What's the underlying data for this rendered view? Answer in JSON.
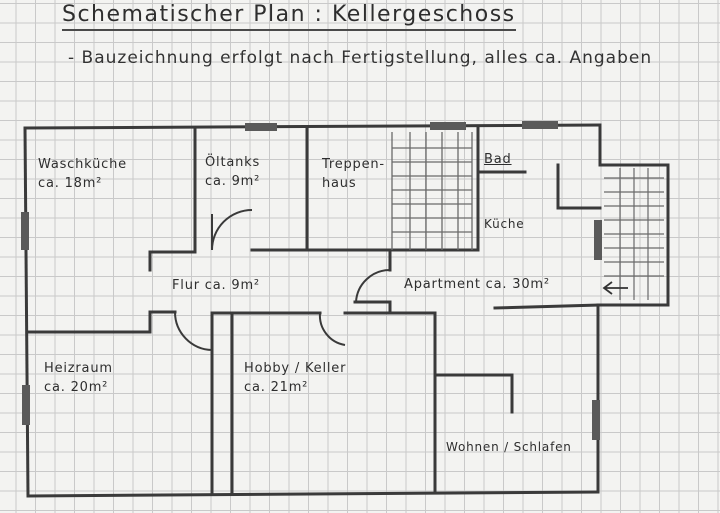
{
  "title": "Schematischer Plan : Kellergeschoss",
  "note": "- Bauzeichnung erfolgt nach Fertigstellung, alles ca. Angaben",
  "rooms": {
    "waschkueche": {
      "name": "Waschküche",
      "area": "ca. 18m²"
    },
    "oeltanks": {
      "name": "Öltanks",
      "area": "ca. 9m²"
    },
    "treppenhaus": {
      "line1": "Treppen-",
      "line2": "haus"
    },
    "bad": {
      "name": "Bad"
    },
    "kueche": {
      "name": "Küche"
    },
    "flur": {
      "label": "Flur ca. 9m²"
    },
    "apartment": {
      "label": "Apartment ca. 30m²"
    },
    "heizraum": {
      "name": "Heizraum",
      "area": "ca. 20m²"
    },
    "hobby": {
      "name": "Hobby / Keller",
      "area": "ca. 21m²"
    },
    "wohnen": {
      "label": "Wohnen / Schlafen"
    }
  },
  "colors": {
    "wall": "#3a3a3a",
    "window": "#5a5a5a",
    "grid": "#c9c9c9"
  }
}
